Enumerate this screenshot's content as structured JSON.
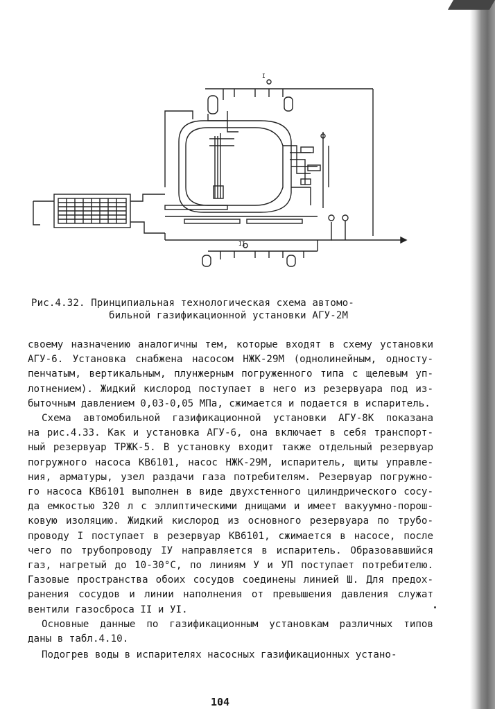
{
  "figure": {
    "roman_labels": [
      "I",
      "II"
    ]
  },
  "caption": {
    "line1": "Рис.4.32. Принципиальная технологическая схема автомо-",
    "line2": "бильной газификационной установки АГУ-2М"
  },
  "body": {
    "paragraph1": [
      "своему назначению аналогичны тем, которые входят в схему установки",
      "АГУ-6. Установка снабжена насосом НЖК-29М (однолинейным, односту-",
      "пенчатым, вертикальным, плунжерным погруженного типа с щелевым уп-",
      "лотнением). Жидкий кислород поступает в него из резервуара под из-",
      "быточным давлением 0,03-0,05 МПа, сжимается и подается в испаритель."
    ],
    "paragraph2": [
      "Схема автомобильной газификационной установки АГУ-8К показана",
      "на рис.4.33. Как и установка АГУ-6, она включает в себя транспорт-",
      "ный резервуар ТРЖК-5. В установку входит также отдельный резервуар",
      "погружного насоса КВ6101, насос НЖК-29М, испаритель, щиты управле-",
      "ния, арматуры, узел раздачи газа потребителям. Резервуар погружно-",
      "го насоса КВ6101 выполнен в виде двухстенного цилиндрического сосу-",
      "да емкостью 320 л с эллиптическими днищами и имеет вакуумно-порош-",
      "ковую изоляцию. Жидкий кислород из основного резервуара по трубо-",
      "проводу I поступает в резервуар КВ6101, сжимается в насосе, после",
      "чего по трубопроводу IУ направляется в испаритель. Образовавшийся",
      "газ, нагретый до 10-30°С, по линиям У и УП поступает потребителю.",
      "Газовые пространства обоих сосудов соединены линией Ш. Для предох-",
      "ранения сосудов и линии наполнения от превышения давления служат",
      "вентили газосброса II и УI."
    ],
    "paragraph3": [
      "Основные данные по газификационным установкам различных типов",
      "даны в табл.4.10."
    ],
    "paragraph4": [
      "Подогрев воды в испарителях насосных газификационных устано-"
    ]
  },
  "page_number": "104"
}
